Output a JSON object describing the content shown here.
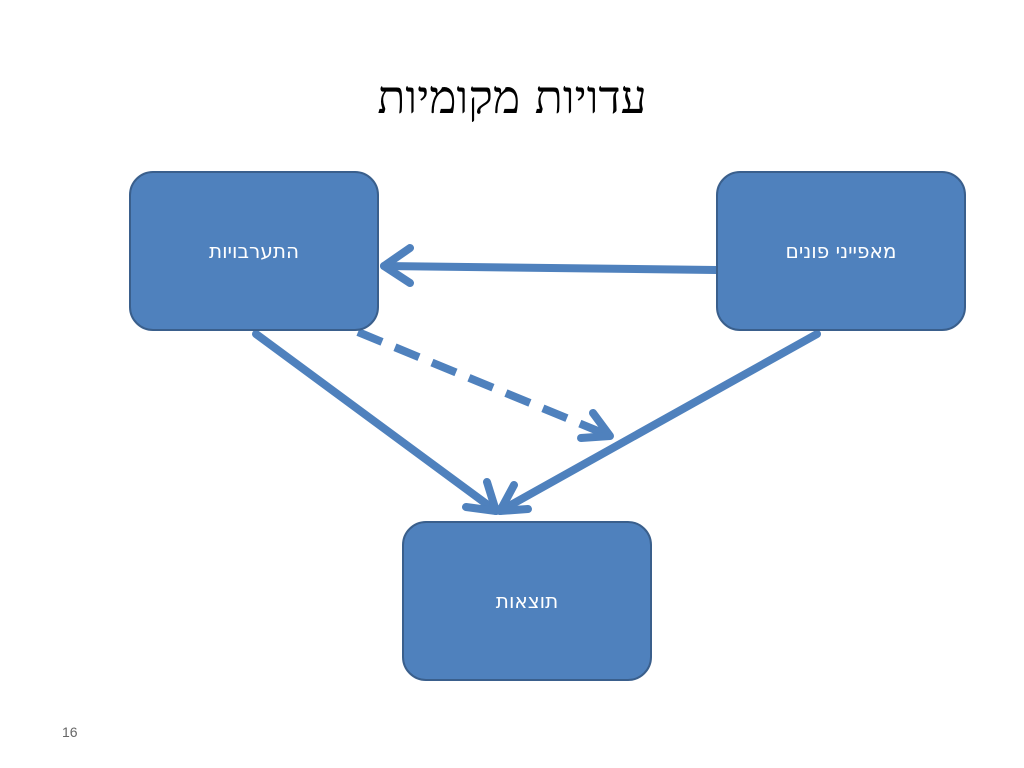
{
  "slide": {
    "title": "עדויות מקומיות",
    "page_number": "16"
  },
  "diagram": {
    "colors": {
      "box_fill": "#4f81bd",
      "box_border": "#3a5f8c",
      "box_text": "#ffffff",
      "arrow": "#4f81bd"
    },
    "nodes": [
      {
        "id": "interventions",
        "label": "התערבויות"
      },
      {
        "id": "patient_characteristics",
        "label": "מאפייני פונים"
      },
      {
        "id": "outcomes",
        "label": "תוצאות"
      }
    ],
    "edges": [
      {
        "from": "patient_characteristics",
        "to": "interventions",
        "style": "solid"
      },
      {
        "from": "interventions",
        "to": "outcomes",
        "style": "solid"
      },
      {
        "from": "patient_characteristics",
        "to": "outcomes",
        "style": "solid"
      },
      {
        "from": "interventions",
        "to": "patient_characteristics→outcomes",
        "style": "dashed"
      }
    ]
  }
}
